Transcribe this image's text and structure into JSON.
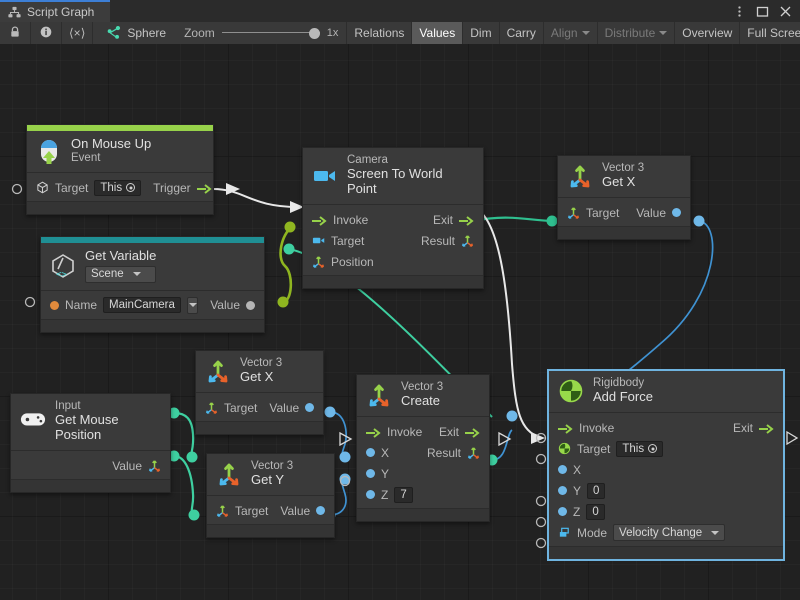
{
  "window": {
    "tab_label": "Script Graph",
    "tab_icon": "script-graph-icon",
    "menu_icon": "kebab-menu-icon",
    "maximize_icon": "maximize-icon",
    "close_icon": "close-icon"
  },
  "toolbar": {
    "lock_icon": "lock-icon",
    "info_icon": "info-icon",
    "code_label": "⟨×⟩",
    "object_icon": "graph-object-icon",
    "object_name": "Sphere",
    "zoom_label": "Zoom",
    "zoom_value": "1x",
    "buttons": [
      {
        "label": "Relations",
        "state": "normal"
      },
      {
        "label": "Values",
        "state": "active"
      },
      {
        "label": "Dim",
        "state": "normal"
      },
      {
        "label": "Carry",
        "state": "normal"
      },
      {
        "label": "Align",
        "state": "dim",
        "caret": true
      },
      {
        "label": "Distribute",
        "state": "dim",
        "caret": true
      },
      {
        "label": "Overview",
        "state": "normal"
      },
      {
        "label": "Full Screen",
        "state": "normal"
      }
    ]
  },
  "colors": {
    "event_accent": "#97d24a",
    "variable_accent": "#1f8f94",
    "flow_edge": "#e8e8e8",
    "value_edge_blue": "#3f92d2",
    "value_edge_green": "#3ecfa0",
    "value_edge_teal": "#2fbf8f",
    "value_edge_olive": "#8fb520",
    "selection": "#6fb4e0"
  },
  "nodes": [
    {
      "id": "on-mouse-up",
      "icon": "mouse-event-icon",
      "subtitle": "On Mouse Up",
      "title": "Event",
      "layout": "event",
      "rows": [
        {
          "label": "Target",
          "value": "This",
          "right_label": "Trigger"
        }
      ]
    },
    {
      "id": "get-variable",
      "icon": "unity-variable-icon",
      "subtitle": "Get Variable",
      "title": "Scene",
      "rows": [
        {
          "label": "Name",
          "value": "MainCamera",
          "right_label": "Value"
        }
      ]
    },
    {
      "id": "camera-screen-to-world-point",
      "icon": "camera-icon",
      "subtitle": "Camera",
      "title": "Screen To World Point",
      "rows": [
        {
          "label": "Invoke",
          "right_label": "Exit"
        },
        {
          "label": "Target",
          "right_label": "Result"
        },
        {
          "label": "Position"
        }
      ]
    },
    {
      "id": "vector3-get-x-top",
      "icon": "vector3-icon",
      "subtitle": "Vector 3",
      "title": "Get X",
      "rows": [
        {
          "label": "Target",
          "right_label": "Value"
        }
      ]
    },
    {
      "id": "input-get-mouse-position",
      "icon": "input-gamepad-icon",
      "subtitle": "Input",
      "title": "Get Mouse Position",
      "rows": [
        {
          "right_label": "Value"
        }
      ]
    },
    {
      "id": "vector3-get-x-mid",
      "icon": "vector3-icon",
      "subtitle": "Vector 3",
      "title": "Get X",
      "rows": [
        {
          "label": "Target",
          "right_label": "Value"
        }
      ]
    },
    {
      "id": "vector3-get-y",
      "icon": "vector3-icon",
      "subtitle": "Vector 3",
      "title": "Get Y",
      "rows": [
        {
          "label": "Target",
          "right_label": "Value"
        }
      ]
    },
    {
      "id": "vector3-create",
      "icon": "vector3-icon",
      "subtitle": "Vector 3",
      "title": "Create",
      "rows": [
        {
          "label": "Invoke",
          "right_label": "Exit"
        },
        {
          "label": "X",
          "right_label": "Result"
        },
        {
          "label": "Y"
        },
        {
          "label": "Z",
          "value": "7"
        }
      ]
    },
    {
      "id": "rigidbody-add-force",
      "icon": "rigidbody-icon",
      "subtitle": "Rigidbody",
      "title": "Add Force",
      "selected": true,
      "rows": [
        {
          "label": "Invoke",
          "right_label": "Exit"
        },
        {
          "label": "Target",
          "value": "This"
        },
        {
          "label": "X"
        },
        {
          "label": "Y",
          "value": "0"
        },
        {
          "label": "Z",
          "value": "0"
        },
        {
          "label": "Mode",
          "value": "Velocity Change"
        }
      ]
    }
  ]
}
